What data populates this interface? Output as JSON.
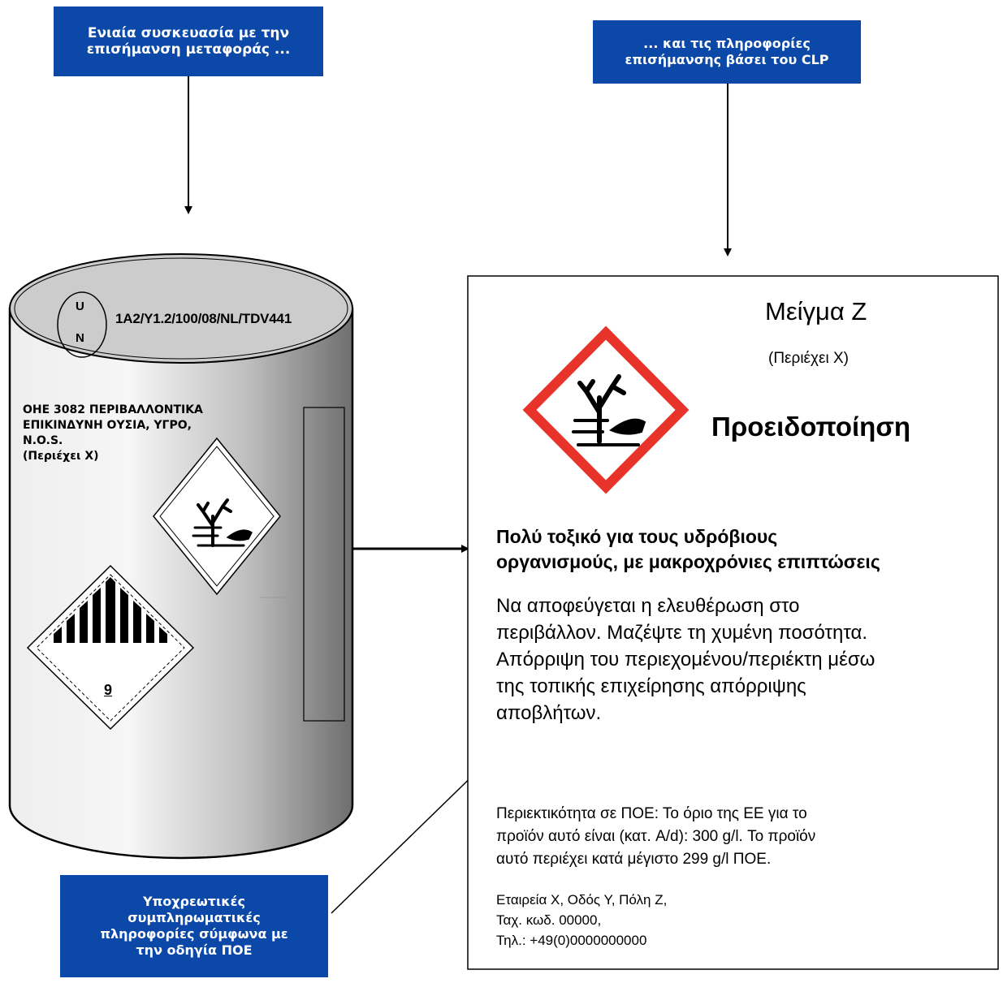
{
  "callouts": {
    "top_left": [
      "Ενιαία συσκευασία με την",
      "επισήμανση μεταφοράς ..."
    ],
    "top_right": [
      "... και τις πληροφορίες",
      "επισήμανσης βάσει του CLP"
    ],
    "bottom": [
      "Υποχρεωτικές",
      "συμπληρωματικές",
      "πληροφορίες σύμφωνα με",
      "την οδηγία ΠΟΕ"
    ]
  },
  "drum": {
    "un_letters": [
      "U",
      "N"
    ],
    "packaging_code": "1A2/Y1.2/100/08/NL/TDV441",
    "shipping_name": [
      "ΟΗΕ 3082 ΠΕΡΙΒΑΛΛΟΝΤΙΚΑ",
      "ΕΠΙΚΙΝΔΥΝΗ ΟΥΣΙΑ, ΥΓΡΟ,",
      "N.O.S.",
      "(Περιέχει Χ)"
    ],
    "class_number": "9"
  },
  "label": {
    "product_name": "Μείγμα Ζ",
    "contains": "(Περιέχει Χ)",
    "signal_word": "Προειδοποίηση",
    "hazard_statement": [
      "Πολύ τοξικό για τους υδρόβιους",
      "οργανισμούς, με μακροχρόνιες επιπτώσεις"
    ],
    "precautionary": [
      "Να αποφεύγεται η ελευθέρωση στο",
      "περιβάλλον. Μαζέψτε τη χυμένη ποσότητα.",
      "Απόρριψη του περιεχομένου/περιέκτη μέσω",
      "της τοπικής επιχείρησης απόρριψης",
      "αποβλήτων."
    ],
    "voc_info": [
      "Περιεκτικότητα σε ΠΟΕ: Το όριο της ΕΕ για το",
      "προϊόν αυτό είναι (κατ. A/d): 300 g/l. Το προϊόν",
      "αυτό περιέχει κατά μέγιστο 299 g/l ΠΟΕ."
    ],
    "supplier": [
      "Εταιρεία Χ, Οδός Υ, Πόλη Ζ,",
      "Ταχ. κωδ. 00000,",
      "Τηλ.: +49(0)0000000000"
    ]
  },
  "icons": {
    "environment_pictogram": "environment-hazard-icon",
    "class9_placard": "class-9-hazard-icon"
  },
  "colors": {
    "callout_blue": "#0b48a8",
    "ghs_red": "#e8332a"
  }
}
